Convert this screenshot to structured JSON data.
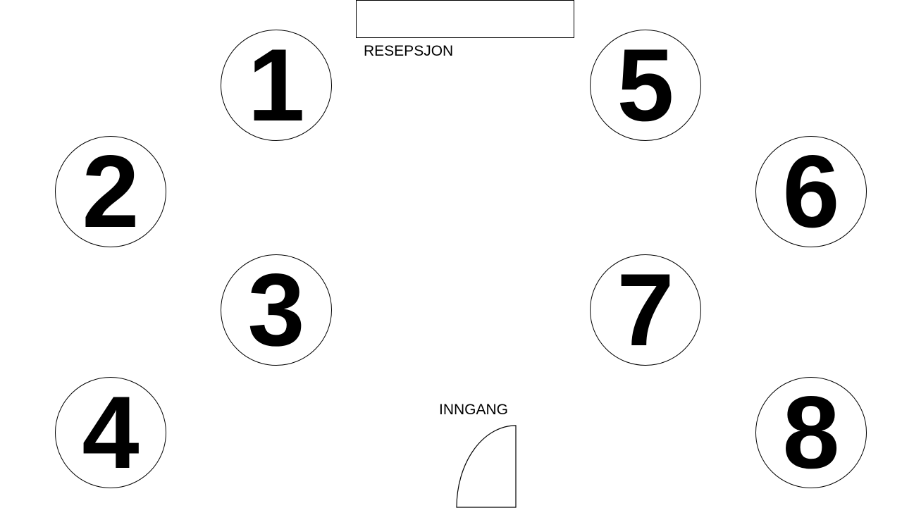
{
  "reception": {
    "label": "RESEPSJON"
  },
  "entrance": {
    "label": "INNGANG"
  },
  "tables": [
    {
      "number": "1"
    },
    {
      "number": "2"
    },
    {
      "number": "3"
    },
    {
      "number": "4"
    },
    {
      "number": "5"
    },
    {
      "number": "6"
    },
    {
      "number": "7"
    },
    {
      "number": "8"
    }
  ]
}
